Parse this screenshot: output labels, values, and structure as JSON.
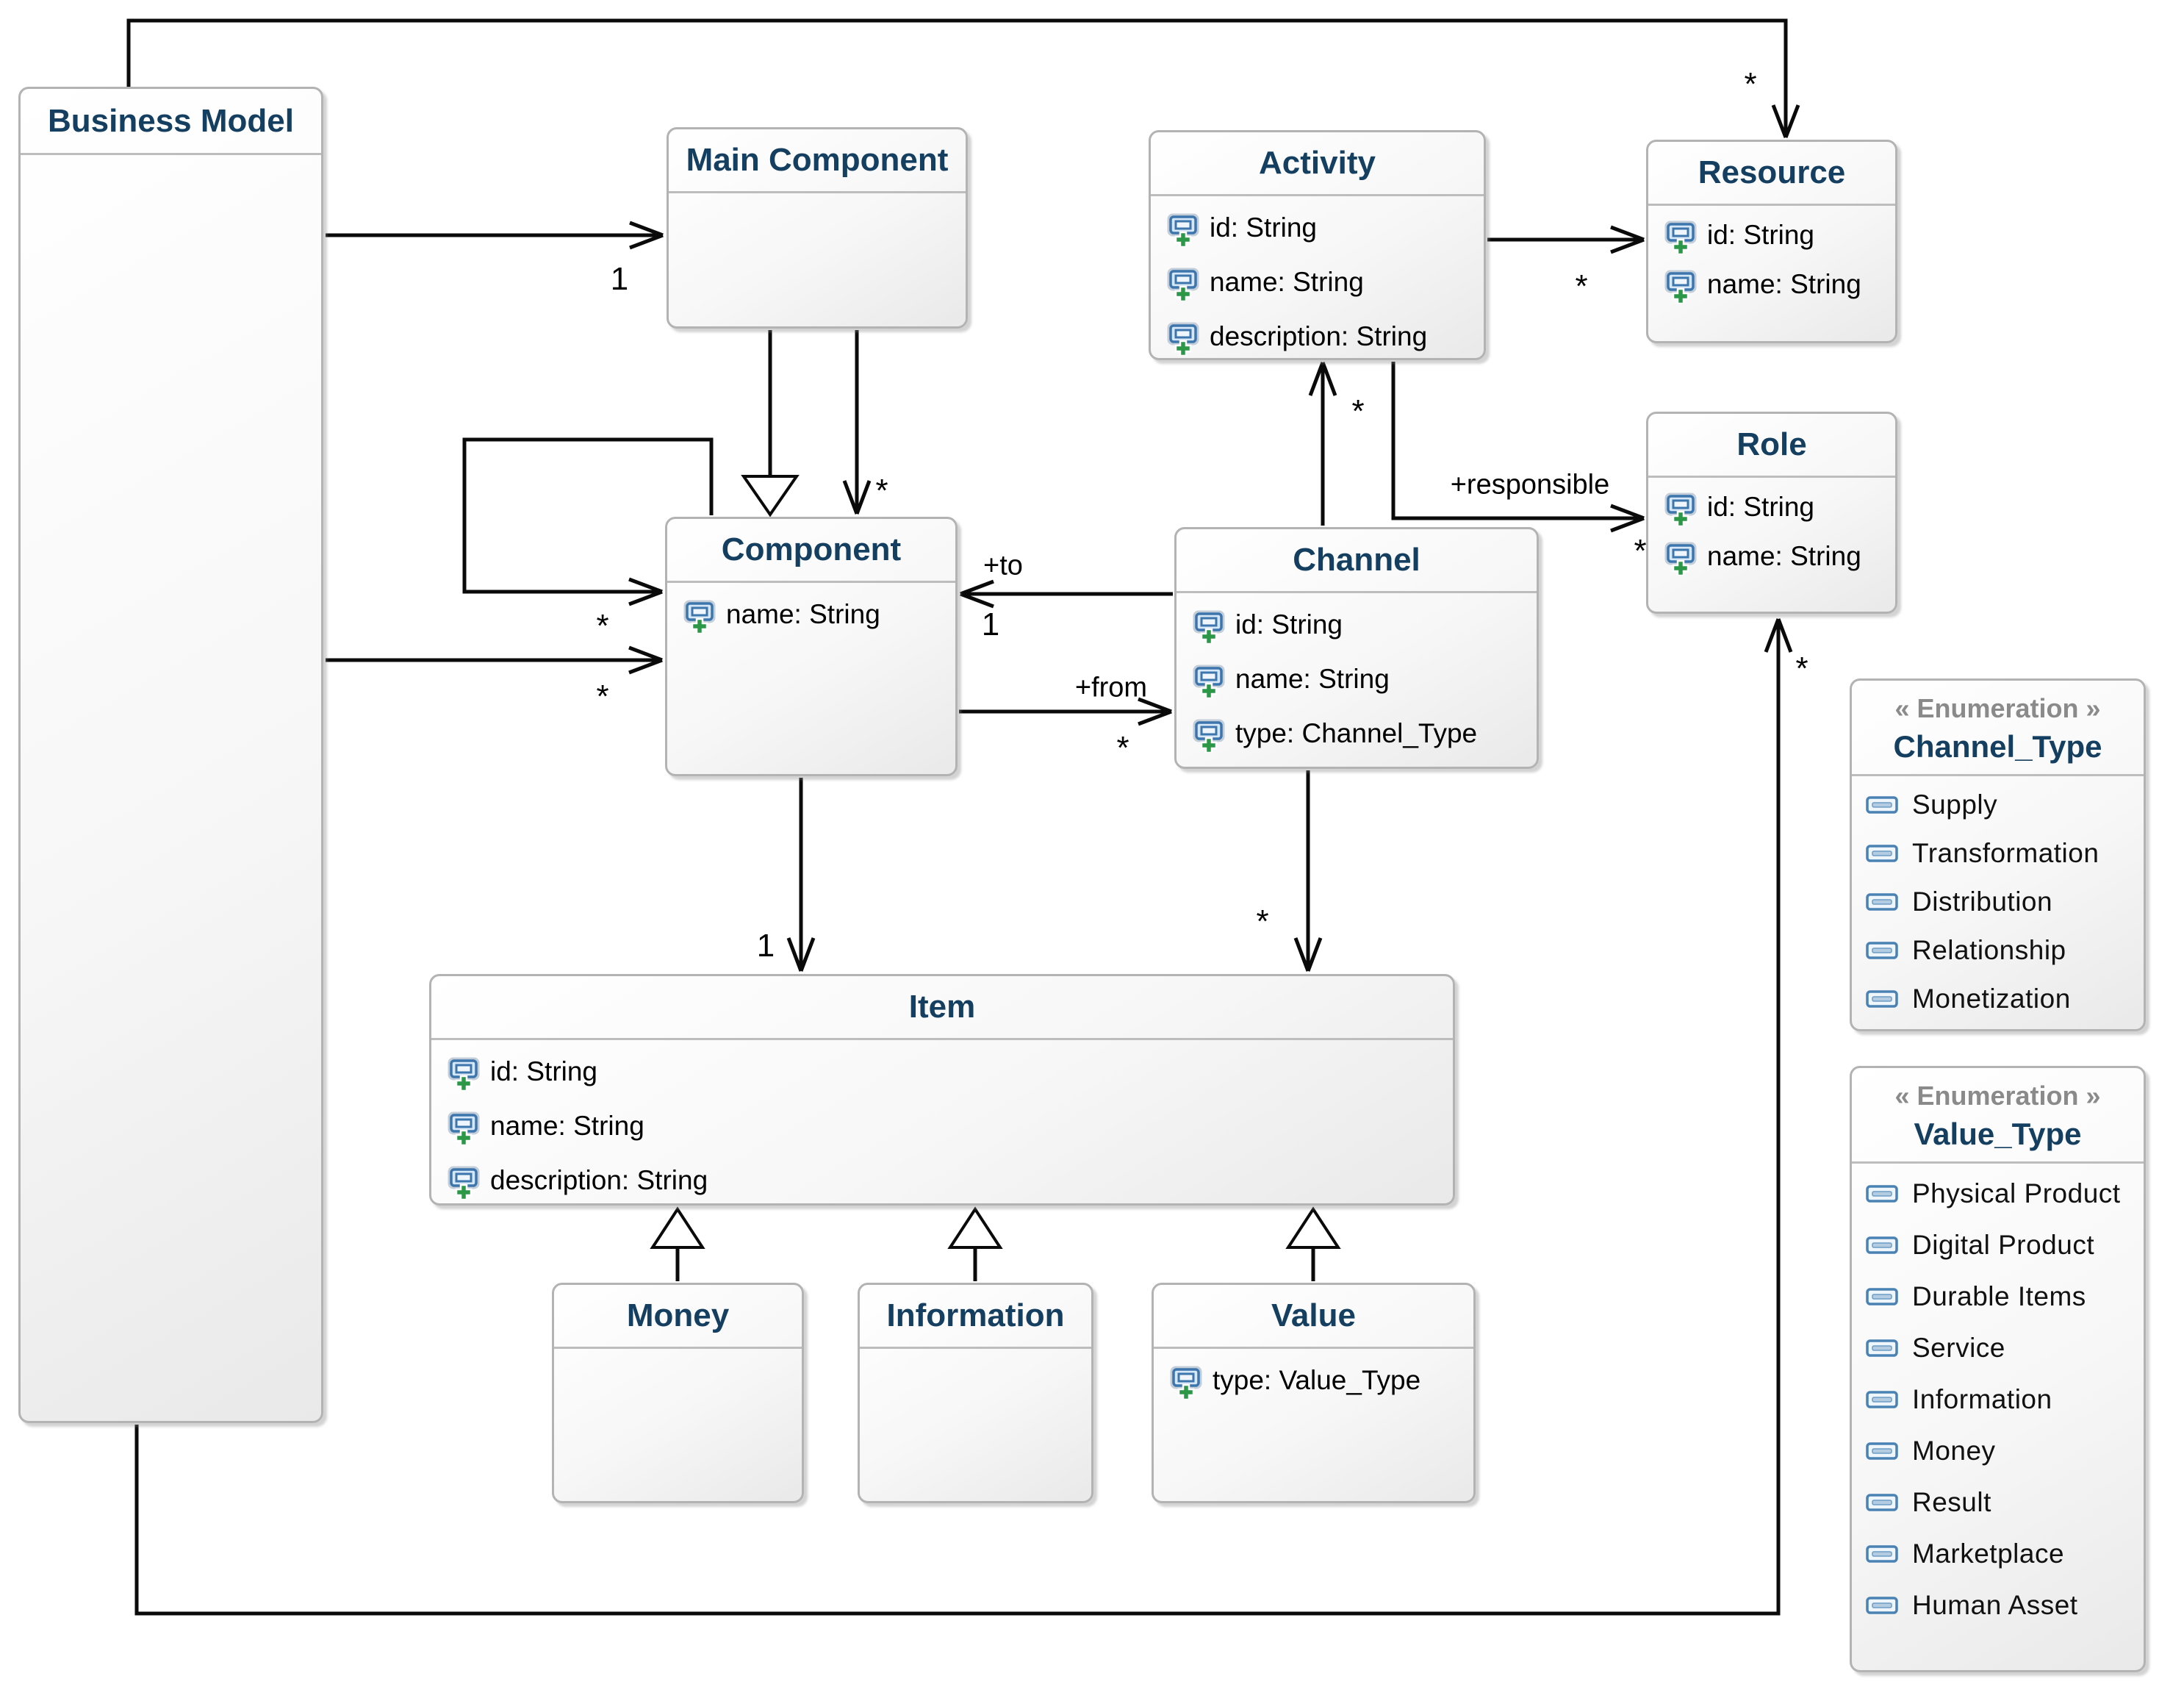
{
  "diagram": {
    "kind": "uml-class-diagram",
    "colors": {
      "class_title": "#153f61",
      "stereotype_gray": "#8a8a8a",
      "box_border": "#b3b3b3",
      "connector": "#0a0a0a",
      "attribute_icon_blue": "#3d75ad",
      "attribute_icon_green": "#2b9747",
      "enum_icon_blue": "#4a82b4"
    }
  },
  "classes": {
    "business_model": {
      "title": "Business Model",
      "attributes": []
    },
    "main_component": {
      "title": "Main Component",
      "attributes": []
    },
    "activity": {
      "title": "Activity",
      "attributes": [
        "id: String",
        "name: String",
        "description: String"
      ]
    },
    "resource": {
      "title": "Resource",
      "attributes": [
        "id: String",
        "name: String"
      ]
    },
    "role": {
      "title": "Role",
      "attributes": [
        "id: String",
        "name: String"
      ]
    },
    "component": {
      "title": "Component",
      "attributes": [
        "name: String"
      ]
    },
    "channel": {
      "title": "Channel",
      "attributes": [
        "id: String",
        "name: String",
        "type: Channel_Type"
      ]
    },
    "item": {
      "title": "Item",
      "attributes": [
        "id: String",
        "name: String",
        "description: String"
      ]
    },
    "money": {
      "title": "Money",
      "attributes": []
    },
    "information": {
      "title": "Information",
      "attributes": []
    },
    "value": {
      "title": "Value",
      "attributes": [
        "type: Value_Type"
      ]
    },
    "channel_type": {
      "stereotype": "« Enumeration »",
      "title": "Channel_Type",
      "literals": [
        "Supply",
        "Transformation",
        "Distribution",
        "Relationship",
        "Monetization"
      ]
    },
    "value_type": {
      "stereotype": "« Enumeration »",
      "title": "Value_Type",
      "literals": [
        "Physical Product",
        "Digital Product",
        "Durable Items",
        "Service",
        "Information",
        "Money",
        "Result",
        "Marketplace",
        "Human Asset"
      ]
    }
  },
  "edges": {
    "bm_resource": {
      "multiplicity": "*"
    },
    "bm_main_component": {
      "multiplicity": "1"
    },
    "activity_resource": {
      "multiplicity": "*"
    },
    "channel_activity": {
      "multiplicity": "*"
    },
    "activity_role": {
      "label": "+responsible",
      "multiplicity": "*"
    },
    "mc_component_assoc": {
      "multiplicity": "*"
    },
    "component_self": {
      "multiplicity": "*"
    },
    "bm_component": {
      "multiplicity": "*"
    },
    "channel_component": {
      "label": "+to",
      "multiplicity": "1"
    },
    "component_channel": {
      "label": "+from",
      "multiplicity": "*"
    },
    "component_item": {
      "multiplicity": "1"
    },
    "channel_item": {
      "multiplicity": "*"
    },
    "bm_role": {
      "multiplicity": "*"
    }
  }
}
